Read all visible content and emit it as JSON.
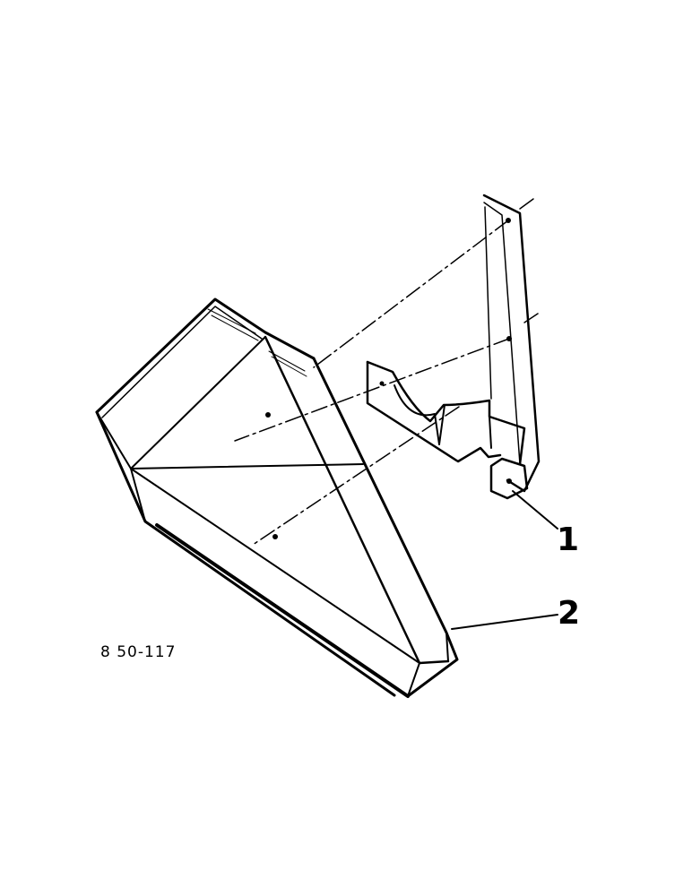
{
  "callouts": [
    {
      "label": "1",
      "part": "bracket"
    },
    {
      "label": "2",
      "part": "chute"
    }
  ],
  "drawing_code": "8 50-117",
  "colors": {
    "ink": "#000000",
    "paper": "#ffffff"
  }
}
